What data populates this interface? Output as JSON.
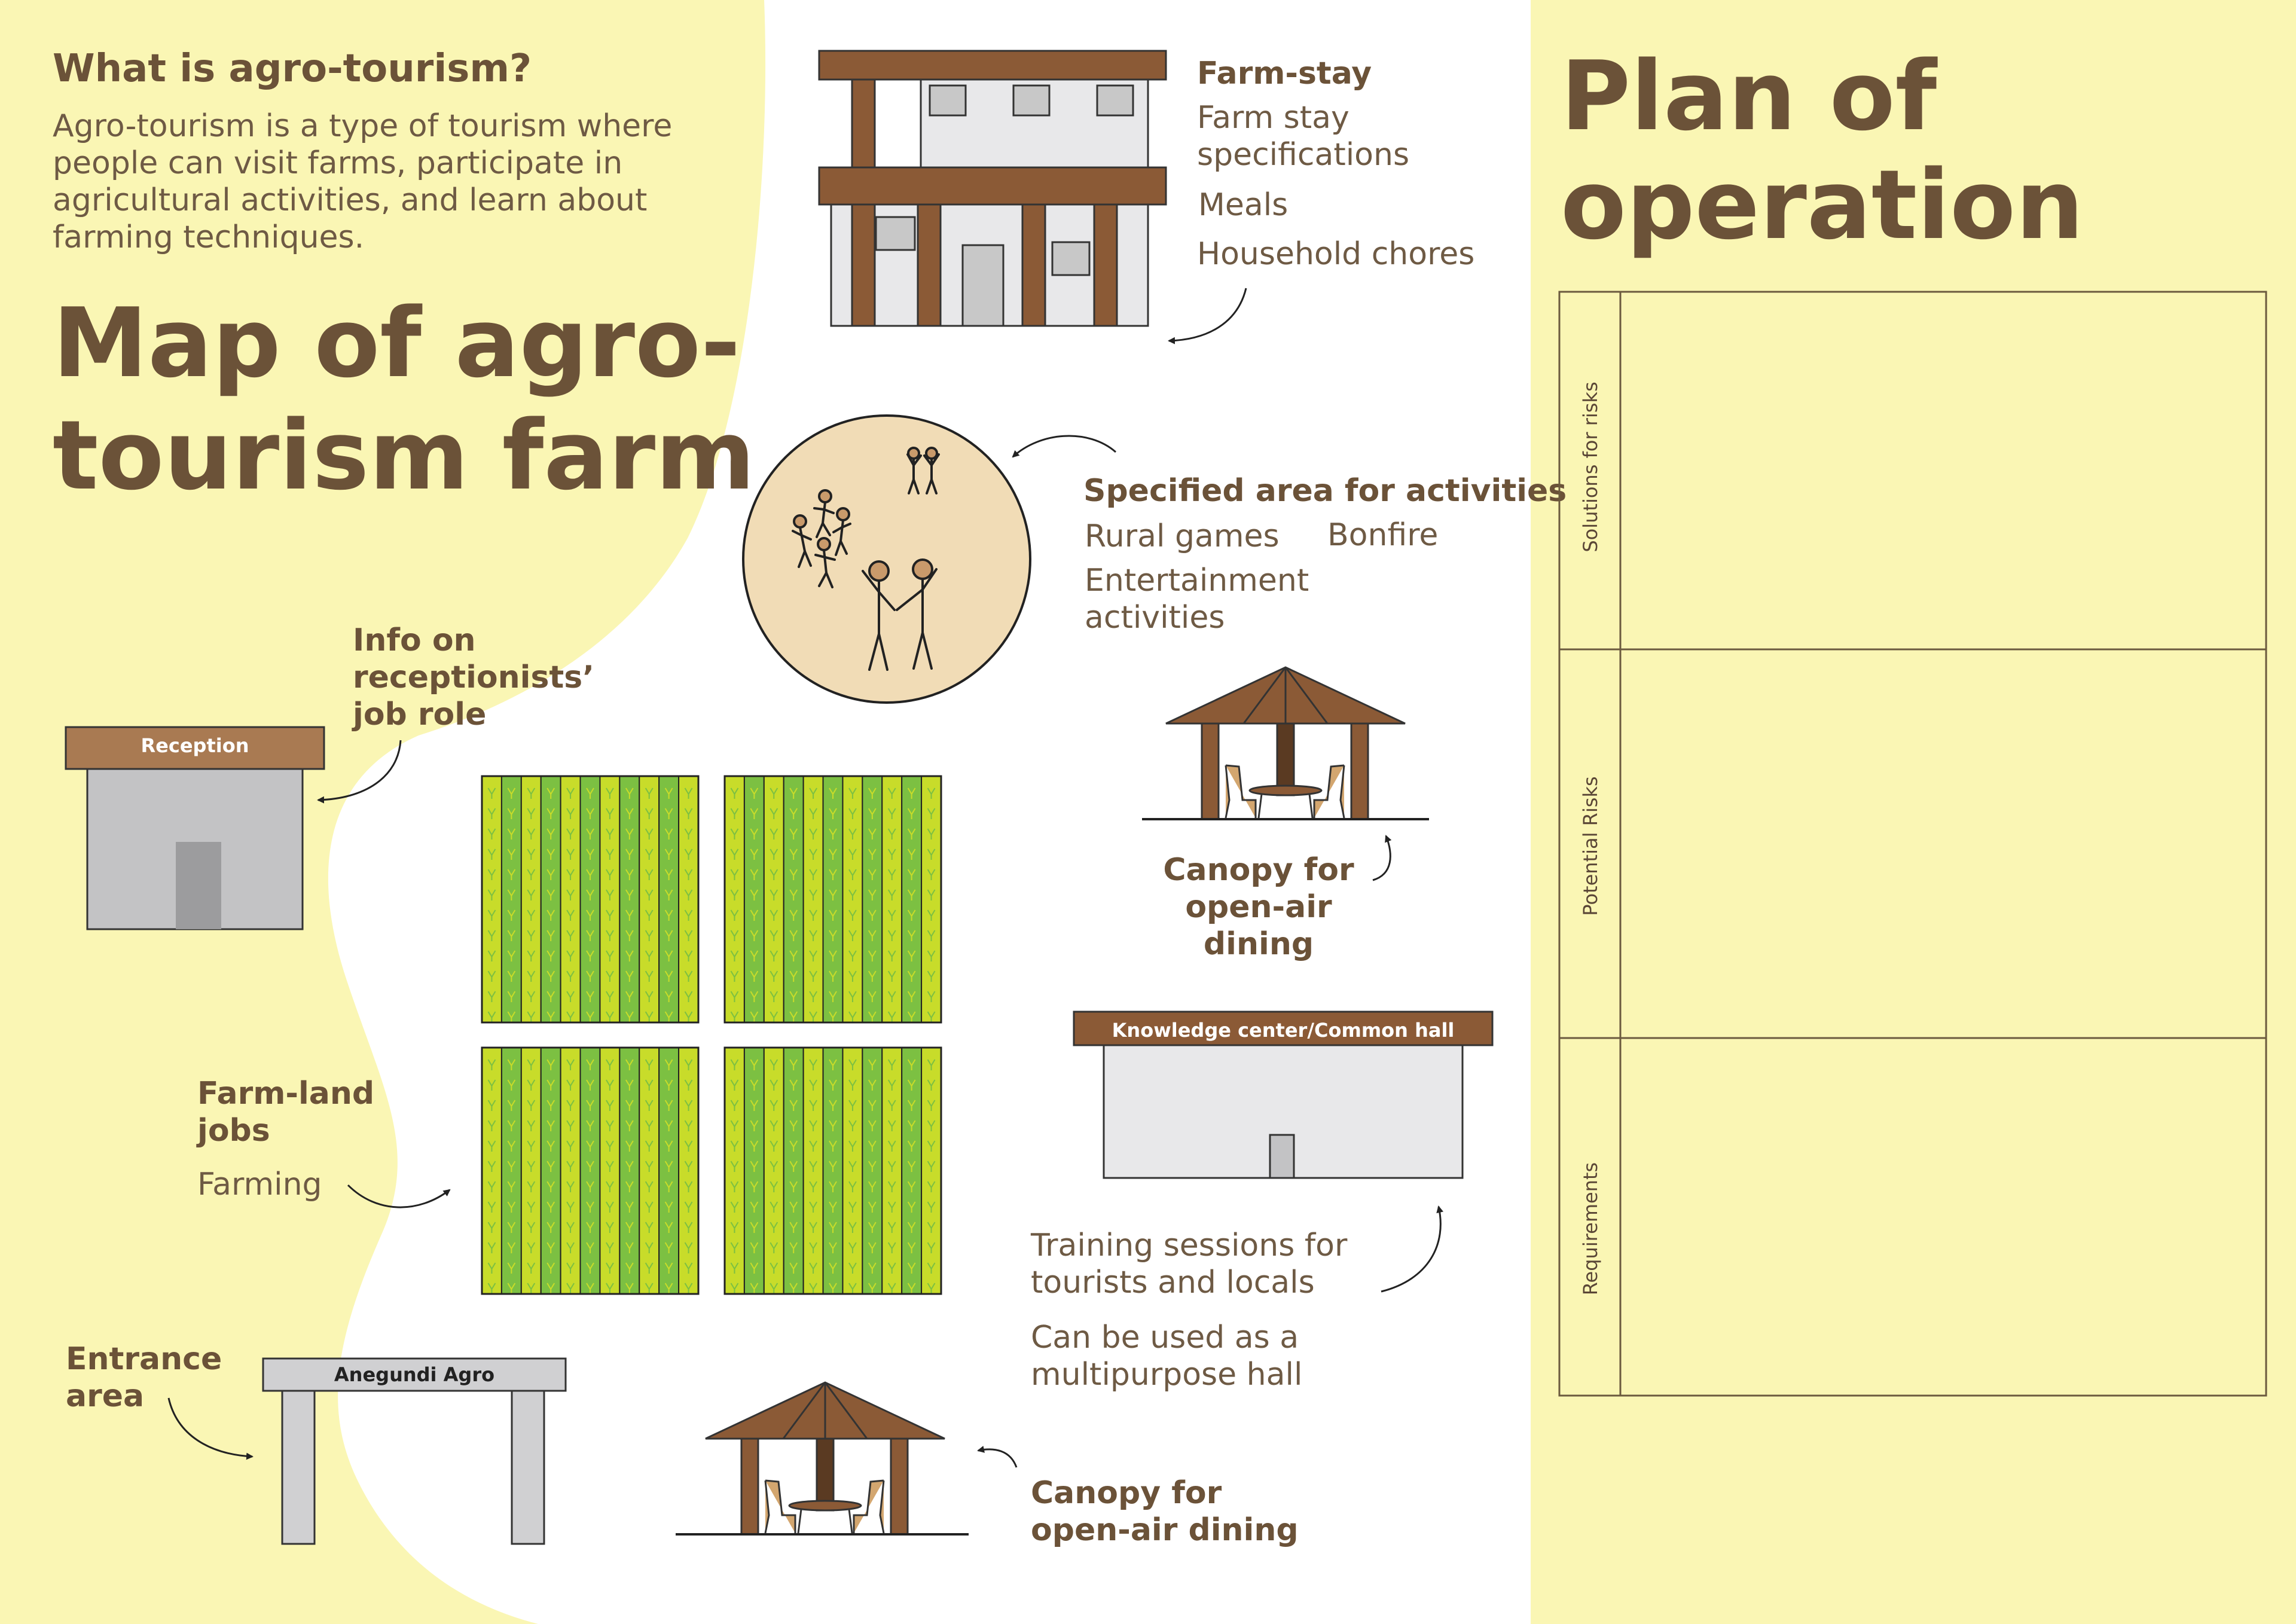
{
  "intro": {
    "heading": "What is agro-tourism?",
    "body": "Agro-tourism is a type of tourism where people can visit farms, participate in agricultural activities, and learn about farming techniques."
  },
  "map_title": "Map of agro-tourism farm",
  "plan_title": "Plan of operation",
  "reception": {
    "sign": "Reception",
    "note": "Info on receptionists’ job role"
  },
  "farmstay": {
    "title": "Farm-stay",
    "items": [
      "Farm stay specifications",
      "Meals",
      "Household chores"
    ]
  },
  "activities": {
    "title": "Specified area for activities",
    "items": [
      "Rural games",
      "Bonfire",
      "Entertainment activities"
    ]
  },
  "canopy_top_label": "Canopy for open-air dining",
  "canopy_bottom_label": "Canopy for open-air dining",
  "farmland": {
    "title": "Farm-land jobs",
    "item": "Farming"
  },
  "knowledge_center": {
    "sign": "Knowledge center/Common hall",
    "notes": [
      "Training sessions for tourists and locals",
      "Can be used as a multipurpose hall"
    ]
  },
  "entrance": {
    "label": "Entrance area",
    "sign": "Anegundi Agro"
  },
  "plan_table": {
    "rows": [
      "Solutions for risks",
      "Potential Risks",
      "Requirements"
    ]
  },
  "colors": {
    "yellow_bg": "#faf6b4",
    "brown": "#6b5238",
    "wood": "#8b5a36",
    "sign_brown": "#a97a52",
    "field_light": "#c8dc2a",
    "field_dark": "#7cc042",
    "circle_fill": "#f1dcb6"
  }
}
